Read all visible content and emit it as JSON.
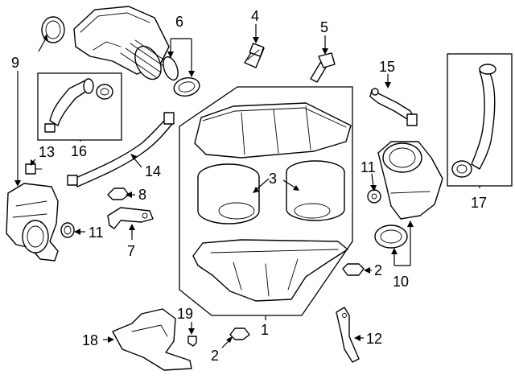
{
  "diagram": {
    "callouts": {
      "c1": "1",
      "c2a": "2",
      "c2b": "2",
      "c3": "3",
      "c4": "4",
      "c5": "5",
      "c6": "6",
      "c7": "7",
      "c8": "8",
      "c9": "9",
      "c10": "10",
      "c11a": "11",
      "c11b": "11",
      "c12": "12",
      "c13": "13",
      "c14": "14",
      "c15": "15",
      "c16": "16",
      "c17": "17",
      "c18": "18",
      "c19": "19"
    }
  }
}
